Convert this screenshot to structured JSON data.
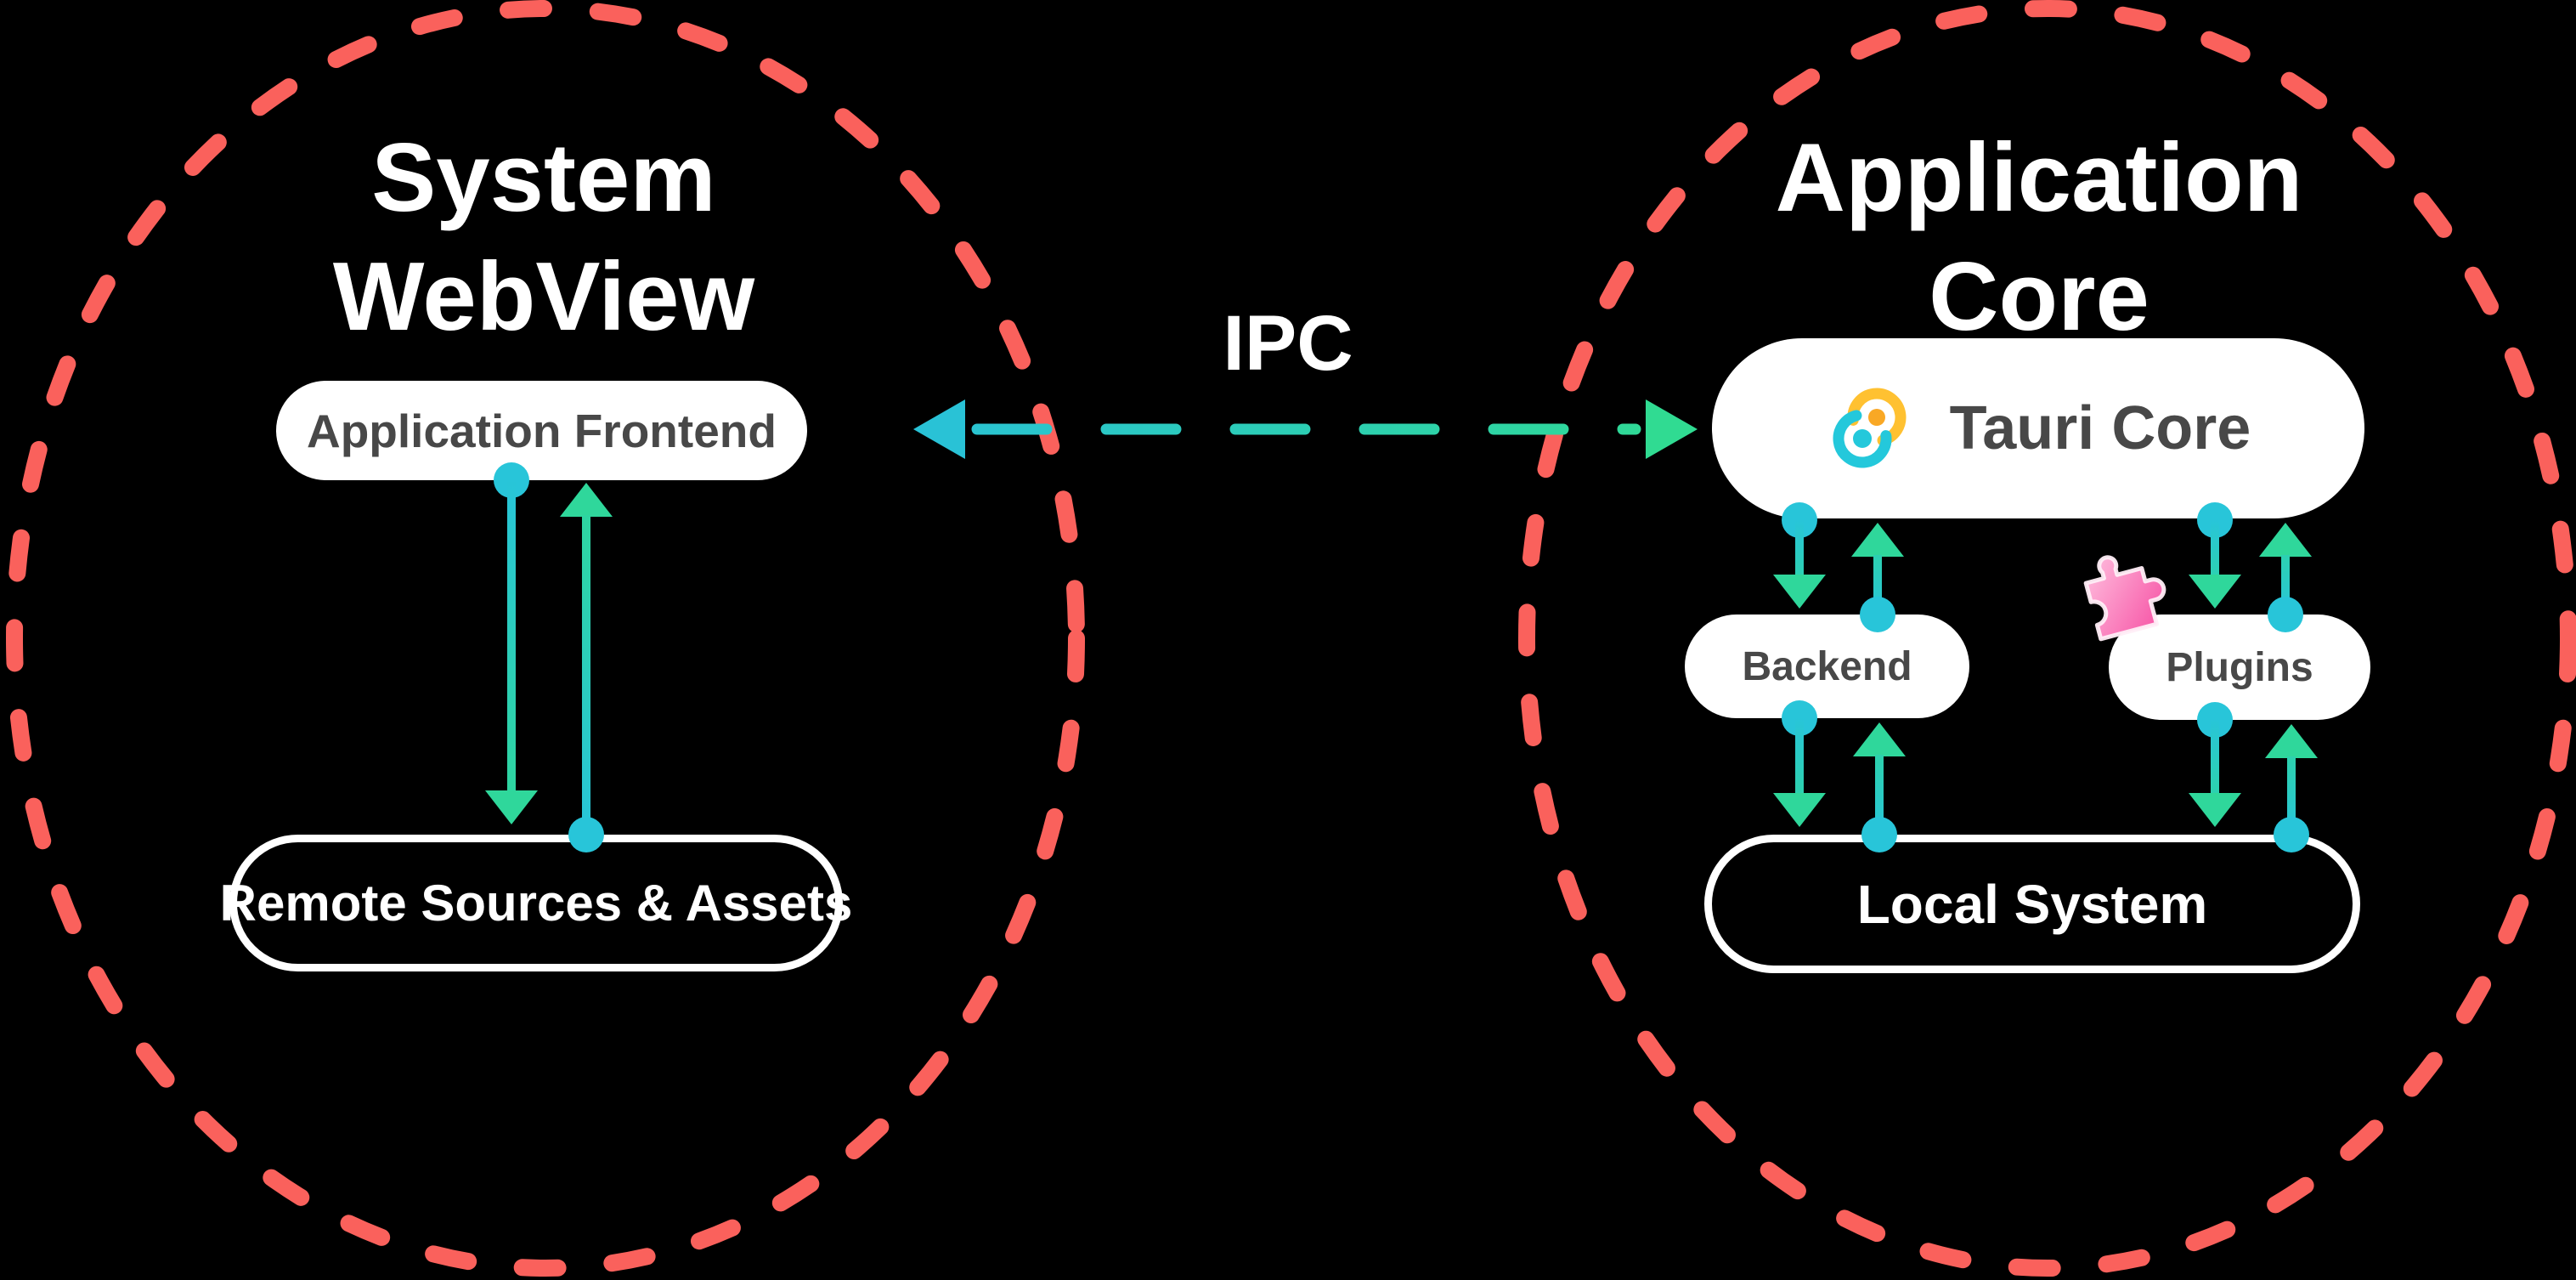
{
  "webview": {
    "title": "System WebView",
    "frontend_label": "Application Frontend",
    "remote_label": "Remote Sources & Assets"
  },
  "core": {
    "title": "Application Core",
    "tauri_label": "Tauri Core",
    "backend_label": "Backend",
    "plugins_label": "Plugins",
    "local_label": "Local System"
  },
  "ipc": {
    "label": "IPC"
  },
  "colors": {
    "boundary": "#FA615C",
    "cyan": "#28C5D9",
    "green": "#2FD79B",
    "pill_text": "#484848",
    "pill_bg": "#FFFFFF",
    "tauri_yellow": "#FFC131",
    "tauri_orange": "#F9A825",
    "tauri_cyan": "#24C8DB",
    "puzzle_pink_light": "#FFC2E0",
    "puzzle_pink_dark": "#F64DA2",
    "background": "#000000"
  }
}
